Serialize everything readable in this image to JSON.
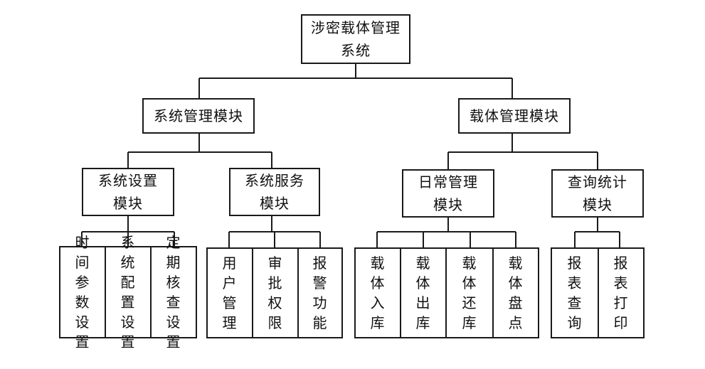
{
  "root": {
    "line1": "涉密载体管理",
    "line2": "系统"
  },
  "level1": {
    "system": "系统管理模块",
    "carrier": "载体管理模块"
  },
  "level2": {
    "settings": {
      "line1": "系统设置",
      "line2": "模块"
    },
    "service": {
      "line1": "系统服务",
      "line2": "模块"
    },
    "daily": {
      "line1": "日常管理",
      "line2": "模块"
    },
    "query": {
      "line1": "查询统计",
      "line2": "模块"
    }
  },
  "leaves": {
    "time_params": "时间参数设置",
    "sys_config": "系统配置设置",
    "periodic_check": "定期核查设置",
    "user_mgmt": "用户管理",
    "approval": "审批权限",
    "alarm": "报警功能",
    "carrier_in": "载体入库",
    "carrier_out": "载体出库",
    "carrier_return": "载体还库",
    "carrier_inventory": "载体盘点",
    "report_query": "报表查询",
    "report_print": "报表打印"
  },
  "caption": ""
}
